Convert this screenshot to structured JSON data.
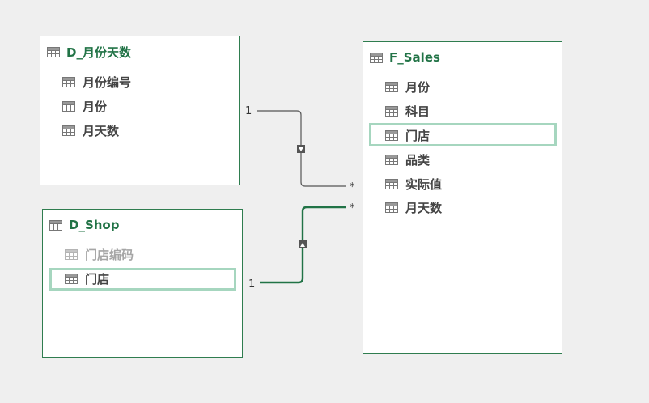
{
  "tables": [
    {
      "title": "D_月份天数",
      "fields": [
        {
          "label": "月份编号",
          "hidden": false
        },
        {
          "label": "月份",
          "hidden": false
        },
        {
          "label": "月天数",
          "hidden": false
        }
      ]
    },
    {
      "title": "D_Shop",
      "fields": [
        {
          "label": "门店编码",
          "hidden": true
        },
        {
          "label": "门店",
          "hidden": false
        }
      ]
    },
    {
      "title": "F_Sales",
      "fields": [
        {
          "label": "月份",
          "hidden": false
        },
        {
          "label": "科目",
          "hidden": false
        },
        {
          "label": "门店",
          "hidden": false
        },
        {
          "label": "品类",
          "hidden": false
        },
        {
          "label": "实际值",
          "hidden": false
        },
        {
          "label": "月天数",
          "hidden": false
        }
      ]
    }
  ],
  "relationships": [
    {
      "from_table": "D_月份天数",
      "to_table": "F_Sales",
      "from_cardinality": "1",
      "to_cardinality": "*",
      "highlighted": false
    },
    {
      "from_table": "D_Shop",
      "to_table": "F_Sales",
      "from_cardinality": "1",
      "to_cardinality": "*",
      "highlighted": true
    }
  ],
  "colors": {
    "accent": "#217346",
    "highlight": "#a6d6bf",
    "line_default": "#555555"
  },
  "icons": {
    "table": "table-grid-icon",
    "field": "column-grid-icon",
    "direction": "filter-direction-arrow-icon"
  }
}
